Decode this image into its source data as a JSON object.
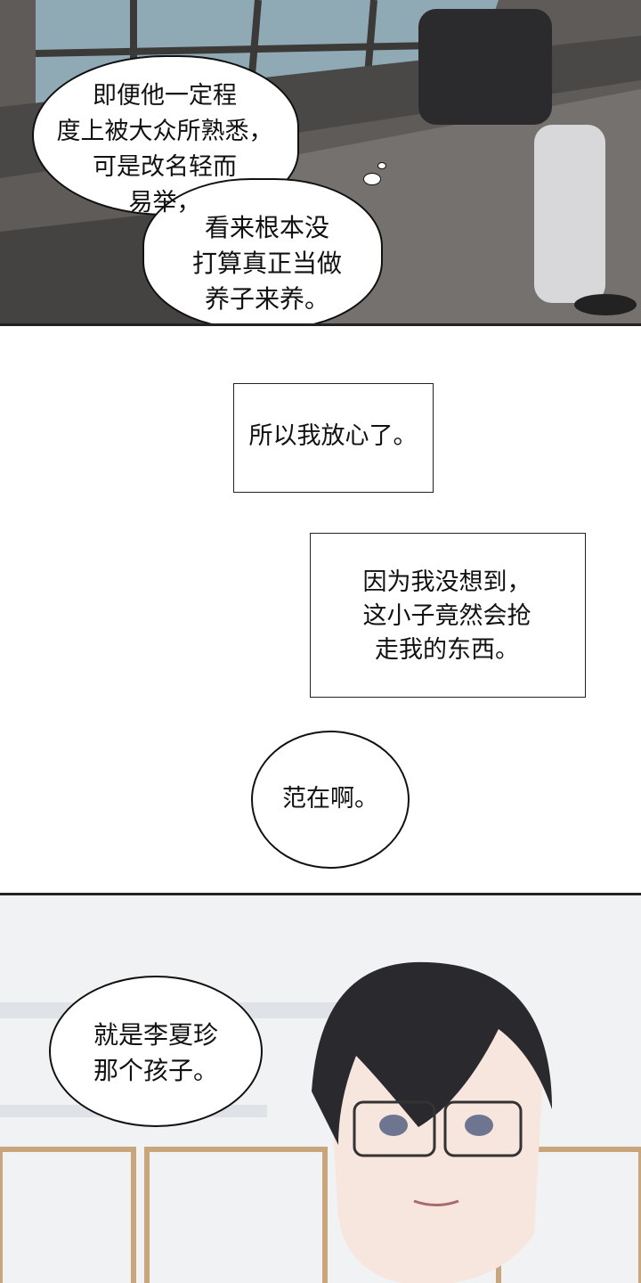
{
  "panel1": {
    "bubble_a": [
      "即便他一定程",
      "度上被大众所熟悉，",
      "可是改名轻而",
      "易举，"
    ],
    "bubble_b": [
      "看来根本没",
      "打算真正当做",
      "养子来养。"
    ]
  },
  "caption1": [
    "所以我放心了。"
  ],
  "caption2": [
    "因为我没想到，",
    "这小子竟然会抢",
    "走我的东西。"
  ],
  "bubble_fan": [
    "范在啊。"
  ],
  "panel3": {
    "bubble": [
      "就是李夏珍",
      "那个孩子。"
    ]
  },
  "colors": {
    "scene_dark": "#6e6b68",
    "window_blue": "#9fb8c4",
    "hair": "#2a2a2e",
    "skin": "#f6e3da"
  }
}
